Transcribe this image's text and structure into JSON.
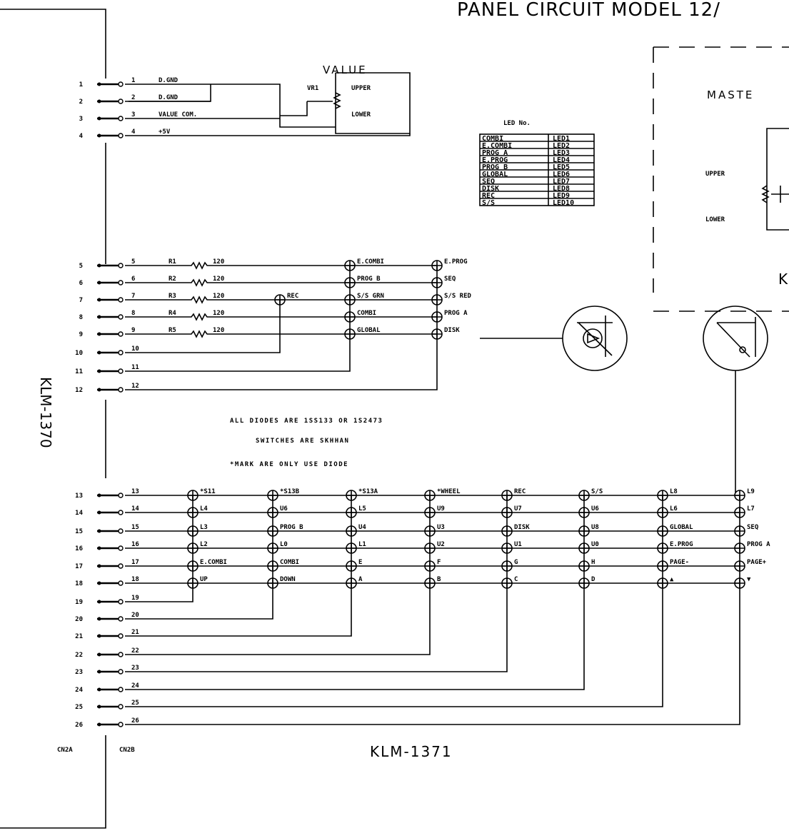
{
  "title": "PANEL CIRCUIT MODEL 12/",
  "board_left_label": "KLM-1370",
  "board_bottom_label": "KLM-1371",
  "connector_a_label": "CN2A",
  "connector_b_label": "CN2B",
  "value_block": {
    "heading": "VALUE",
    "vr_label": "VR1",
    "upper_label": "UPPER",
    "lower_label": "LOWER",
    "pins": [
      {
        "num": "1",
        "sig": "D.GND"
      },
      {
        "num": "2",
        "sig": "D.GND"
      },
      {
        "num": "3",
        "sig": "VALUE COM."
      },
      {
        "num": "4",
        "sig": "+5V"
      }
    ]
  },
  "led_table": {
    "heading": "LED No.",
    "rows": [
      {
        "name": "COMBI",
        "led": "LED1"
      },
      {
        "name": "E.COMBI",
        "led": "LED2"
      },
      {
        "name": "PROG A",
        "led": "LED3"
      },
      {
        "name": "E.PROG",
        "led": "LED4"
      },
      {
        "name": "PROG B",
        "led": "LED5"
      },
      {
        "name": "GLOBAL",
        "led": "LED6"
      },
      {
        "name": "SEQ",
        "led": "LED7"
      },
      {
        "name": "DISK",
        "led": "LED8"
      },
      {
        "name": "REC",
        "led": "LED9"
      },
      {
        "name": "S/S",
        "led": "LED10"
      }
    ]
  },
  "master_block": {
    "heading": "MASTE",
    "upper_label": "UPPER",
    "lower_label": "LOWER",
    "corner_letter": "K"
  },
  "led_pins": [
    {
      "num": "5",
      "res": "R1",
      "ohm": "120"
    },
    {
      "num": "6",
      "res": "R2",
      "ohm": "120"
    },
    {
      "num": "7",
      "res": "R3",
      "ohm": "120"
    },
    {
      "num": "8",
      "res": "R4",
      "ohm": "120"
    },
    {
      "num": "9",
      "res": "R5",
      "ohm": "120"
    },
    {
      "num": "10",
      "res": "",
      "ohm": ""
    },
    {
      "num": "11",
      "res": "",
      "ohm": ""
    },
    {
      "num": "12",
      "res": "",
      "ohm": ""
    }
  ],
  "led_rec_label": "REC",
  "led_col1": [
    "E.COMBI",
    "PROG B",
    "S/S GRN",
    "COMBI",
    "GLOBAL"
  ],
  "led_col2": [
    "E.PROG",
    "SEQ",
    "S/S RED",
    "PROG A",
    "DISK"
  ],
  "notes": [
    "ALL DIODES ARE 1SS133 OR 1S2473",
    "SWITCHES ARE SKHHAN",
    "*MARK ARE ONLY USE DIODE"
  ],
  "switch_pins": [
    "13",
    "14",
    "15",
    "16",
    "17",
    "18",
    "19",
    "20",
    "21",
    "22",
    "23",
    "24",
    "25",
    "26"
  ],
  "switch_matrix": [
    [
      "*S11",
      "*S13B",
      "*S13A",
      "*WHEEL",
      "REC",
      "S/S",
      "L8",
      "L9"
    ],
    [
      "L4",
      "U6",
      "L5",
      "U9",
      "U7",
      "U6",
      "L6",
      "L7"
    ],
    [
      "L3",
      "PROG B",
      "U4",
      "U3",
      "DISK",
      "U8",
      "GLOBAL",
      "SEQ"
    ],
    [
      "L2",
      "L0",
      "L1",
      "U2",
      "U1",
      "U0",
      "E.PROG",
      "PROG A"
    ],
    [
      "E.COMBI",
      "COMBI",
      "E",
      "F",
      "G",
      "H",
      "PAGE-",
      "PAGE+"
    ],
    [
      "UP",
      "DOWN",
      "A",
      "B",
      "C",
      "D",
      "▲",
      "▼"
    ]
  ]
}
